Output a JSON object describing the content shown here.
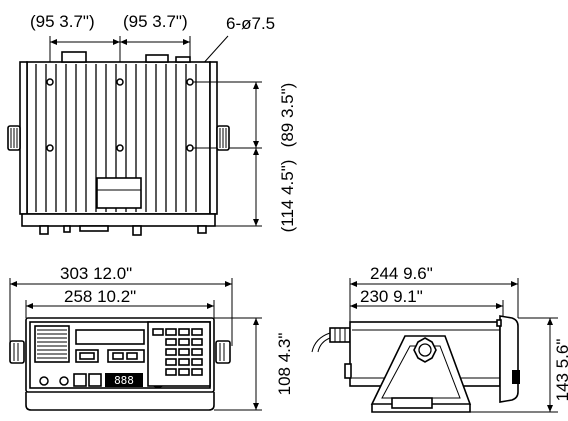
{
  "dimensions": {
    "top_view": {
      "hole_pitch_left": "(95  3.7\")",
      "hole_pitch_right": "(95  3.7\")",
      "holes": "6-ø7.5",
      "pitch_vertical_upper": "(89  3.5\")",
      "pitch_vertical_lower": "(114  4.5\")"
    },
    "front_view": {
      "overall_width": "303  12.0\"",
      "body_width": "258  10.2\"",
      "height": "108  4.3\""
    },
    "side_view": {
      "overall_depth": "244  9.6\"",
      "body_depth": "230  9.1\"",
      "overall_height": "143  5.6\""
    }
  },
  "front_panel": {
    "display_digits": "888"
  }
}
